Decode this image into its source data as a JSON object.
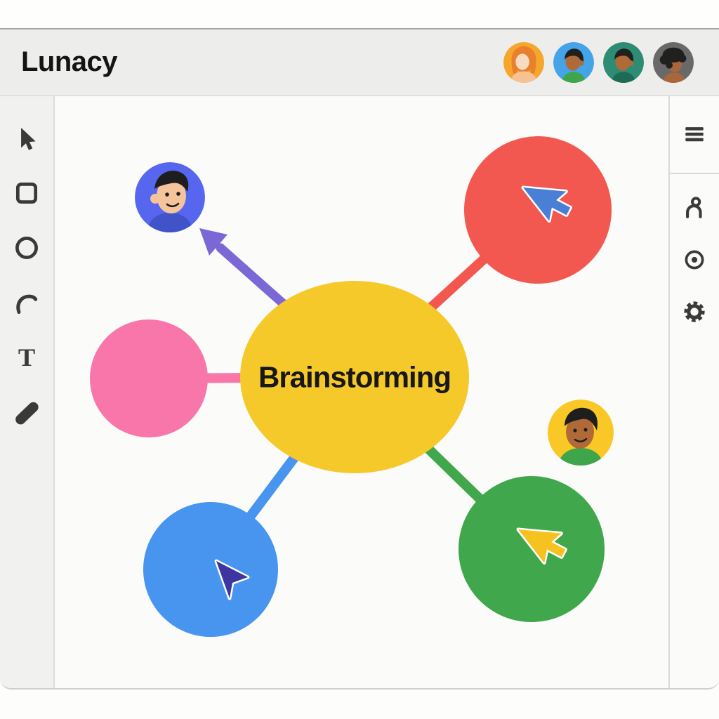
{
  "app": {
    "title": "Lunacy"
  },
  "topbar": {
    "collaborators": [
      {
        "label": "collaborator-1",
        "bg": "#F5A62B",
        "skin": "#F8DCC2",
        "hair": "#E8802E",
        "shirt": "#F6C193"
      },
      {
        "label": "collaborator-2",
        "bg": "#45A3E8",
        "skin": "#B06A38",
        "hair": "#20201E",
        "shirt": "#3FA54B"
      },
      {
        "label": "collaborator-3",
        "bg": "#2E8C74",
        "skin": "#B06A38",
        "hair": "#20201E",
        "shirt": "#1D6B57"
      },
      {
        "label": "collaborator-4",
        "bg": "#696969",
        "skin": "#A9663B",
        "hair": "#20201E",
        "shirt": "#8A5A32"
      }
    ]
  },
  "toolbar": {
    "tools": [
      {
        "name": "select",
        "icon": "cursor-icon"
      },
      {
        "name": "rectangle",
        "icon": "rectangle-icon"
      },
      {
        "name": "ellipse",
        "icon": "ellipse-icon"
      },
      {
        "name": "pen",
        "icon": "pen-curve-icon"
      },
      {
        "name": "text",
        "icon": "text-icon",
        "glyph": "T"
      },
      {
        "name": "pencil",
        "icon": "pencil-icon"
      }
    ]
  },
  "sidebar": {
    "icons": [
      {
        "name": "menu",
        "icon": "hamburger-icon"
      },
      {
        "name": "collaborators",
        "icon": "person-icon"
      },
      {
        "name": "target",
        "icon": "target-icon"
      },
      {
        "name": "settings",
        "icon": "gear-icon"
      }
    ]
  },
  "canvas": {
    "center_node": {
      "label": "Brainstorming",
      "fill": "#F6C92B",
      "text_color": "#181818"
    },
    "nodes": [
      {
        "id": "red-node",
        "fill": "#F25850",
        "cursor_color": "#4A7FD6"
      },
      {
        "id": "pink-node",
        "fill": "#F876AA"
      },
      {
        "id": "blue-node",
        "fill": "#4795EF",
        "cursor_color": "#3D35A2"
      },
      {
        "id": "green-node",
        "fill": "#41A74C",
        "cursor_color": "#F6C21F"
      }
    ],
    "pointer_arrow_color": "#7B68D6",
    "avatars": [
      {
        "id": "blue-user-avatar",
        "bg": "#5766EE",
        "skin": "#F5C49A",
        "hair": "#1E1E1E",
        "shirt": "#4053C8"
      },
      {
        "id": "yellow-user-avatar",
        "bg": "#F9C826",
        "skin": "#B06A38",
        "hair": "#1E1E1E",
        "shirt": "#3FA54B"
      }
    ]
  }
}
